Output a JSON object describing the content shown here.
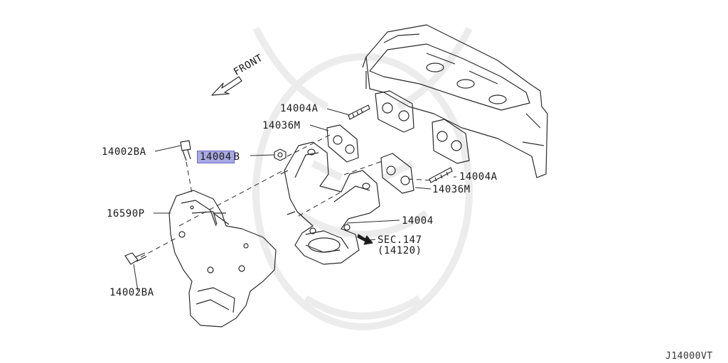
{
  "diagram": {
    "front_label": "FRONT",
    "figure_code": "J14000VT",
    "parts": {
      "stud_upper": "14004A",
      "gasket_upper": "14036M",
      "nut_part": "14004",
      "nut_suffix": "B",
      "bolt_upper": "14002BA",
      "heat_shield": "16590P",
      "bolt_lower": "14002BA",
      "stud_right": "14004A",
      "gasket_right": "14036M",
      "manifold": "14004",
      "sec_ref": "SEC.147",
      "sec_ref_sub": "(14120)"
    }
  },
  "colors": {
    "line": "#2b2b2b",
    "watermark": "#e8e8e8",
    "highlight": "#a9a9e3"
  }
}
